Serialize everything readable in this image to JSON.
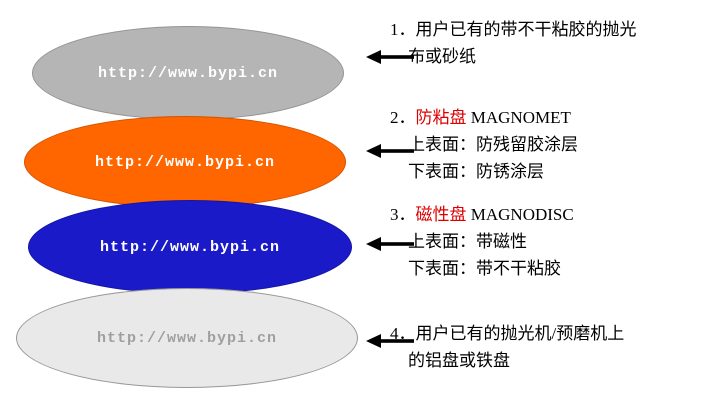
{
  "discs": [
    {
      "name": "polishing-cloth",
      "url": "http://www.bypi.cn",
      "color": "#b5b5b5",
      "text_color": "#ffffff"
    },
    {
      "name": "magnomet-pad",
      "url": "http://www.bypi.cn",
      "color": "#ff6600",
      "text_color": "#ffffff"
    },
    {
      "name": "magnodisc",
      "url": "http://www.bypi.cn",
      "color": "#1a1ac8",
      "text_color": "#ffffff"
    },
    {
      "name": "base-plate",
      "url": "http://www.bypi.cn",
      "color": "#e9e9e9",
      "text_color": "#9f9f9f"
    }
  ],
  "annotations": [
    {
      "prefix": "1．",
      "line1": "用户已有的带不干粘胶的抛光",
      "line2": "布或砂纸"
    },
    {
      "prefix": "2．",
      "term": "防粘盘",
      "product": "MAGNOMET",
      "sub1": "上表面：防残留胶涂层",
      "sub2": "下表面：防锈涂层"
    },
    {
      "prefix": "3．",
      "term": "磁性盘",
      "product": "MAGNODISC",
      "sub1": "上表面：带磁性",
      "sub2": "下表面：带不干粘胶"
    },
    {
      "prefix": "4．",
      "line1": "用户已有的抛光机/预磨机上",
      "line2": "的铝盘或铁盘"
    }
  ],
  "colors": {
    "term_red": "#dd0000",
    "arrow": "#000000",
    "background": "#ffffff",
    "disc_gray": "#b5b5b5",
    "disc_orange": "#ff6600",
    "disc_blue": "#1a1ac8",
    "disc_light": "#e9e9e9"
  }
}
